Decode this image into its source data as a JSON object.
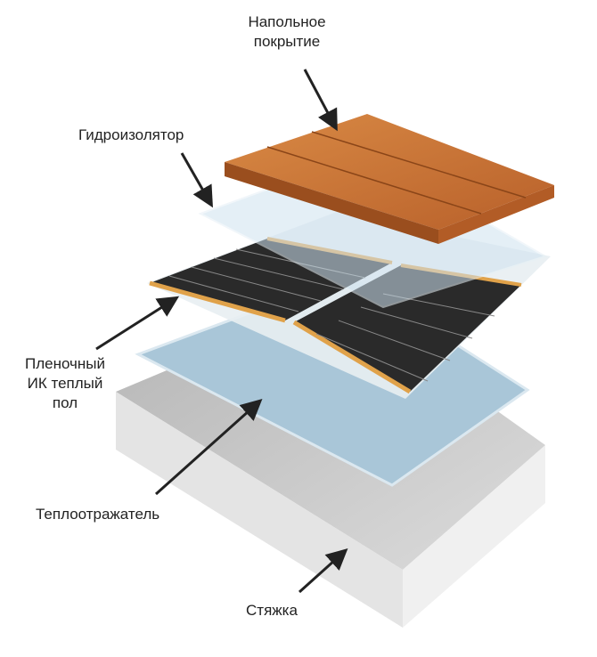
{
  "labels": {
    "flooring_line1": "Напольное",
    "flooring_line2": "покрытие",
    "waterproofing": "Гидроизолятор",
    "film_line1": "Пленочный",
    "film_line2": "ИК теплый",
    "film_line3": "пол",
    "reflector": "Теплоотражатель",
    "screed": "Стяжка"
  },
  "colors": {
    "wood": "#c8702e",
    "film": "#2a2a2a",
    "reflector": "#a9c6d8",
    "screed": "#c9c9c9",
    "copper": "#e0a24a"
  }
}
